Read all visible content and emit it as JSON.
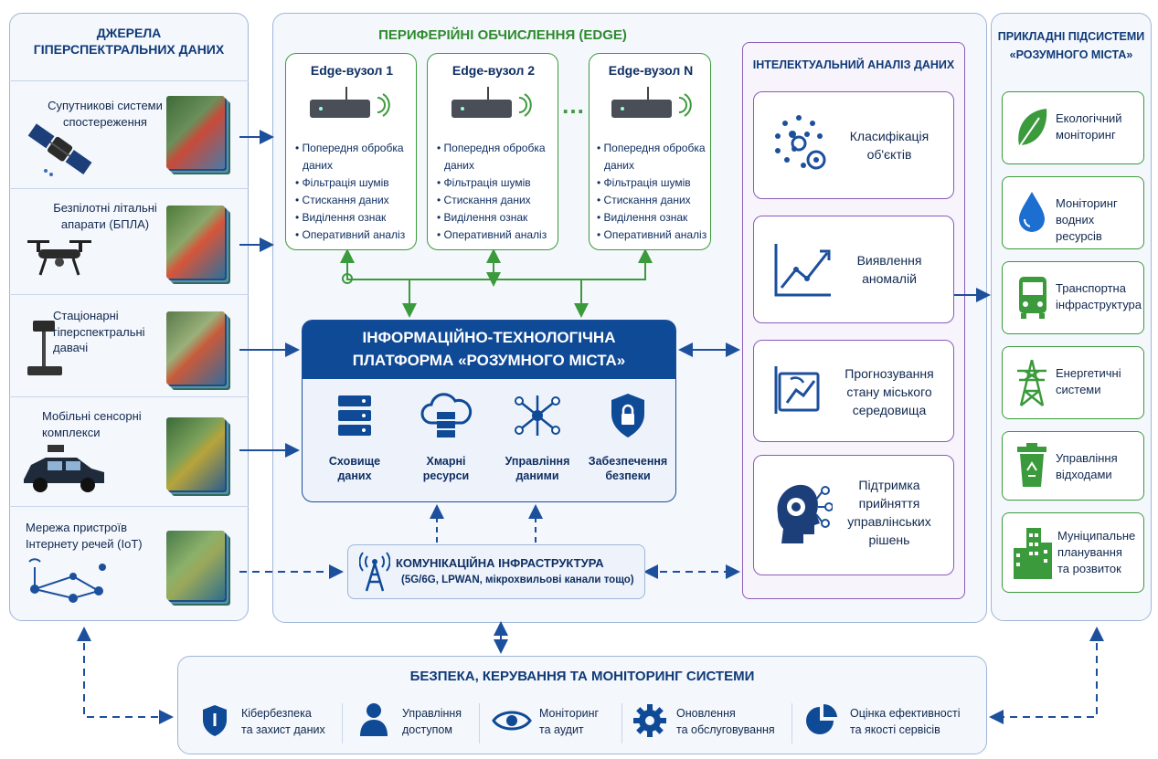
{
  "sources": {
    "title_line1": "ДЖЕРЕЛА",
    "title_line2": "ГІПЕРСПЕКТРАЛЬНИХ ДАНИХ",
    "items": [
      {
        "line1": "Супутникові системи",
        "line2": "спостереження",
        "icon": "satellite-icon"
      },
      {
        "line1": "Безпілотні літальні",
        "line2": "апарати (БПЛА)",
        "icon": "drone-icon"
      },
      {
        "line1": "Стаціонарні",
        "line2": "гіперспектральні",
        "line3": "давачі",
        "icon": "sensor-icon"
      },
      {
        "line1": "Мобільні сенсорні",
        "line2": "комплекси",
        "icon": "car-icon"
      },
      {
        "line1": "Мережа пристроїв",
        "line2": "Інтернету речей (IoT)",
        "icon": "iot-network-icon"
      }
    ]
  },
  "edge": {
    "title": "ПЕРИФЕРІЙНІ ОБЧИСЛЕННЯ (EDGE)",
    "ellipsis": "…",
    "nodes": [
      {
        "title": "Edge-вузол 1"
      },
      {
        "title": "Edge-вузол 2"
      },
      {
        "title": "Edge-вузол N"
      }
    ],
    "bullets": [
      "• Попередня обробка",
      "даних",
      "• Фільтрація шумів",
      "• Стискання даних",
      "• Виділення ознак",
      "• Оперативний аналіз"
    ]
  },
  "platform": {
    "title_line1": "ІНФОРМАЦІЙНО-ТЕХНОЛОГІЧНА",
    "title_line2": "ПЛАТФОРМА «РОЗУМНОГО МІСТА»",
    "services": [
      {
        "line1": "Сховище",
        "line2": "даних",
        "icon": "server-icon"
      },
      {
        "line1": "Хмарні",
        "line2": "ресурси",
        "icon": "cloud-icon"
      },
      {
        "line1": "Управління",
        "line2": "даними",
        "icon": "network-icon"
      },
      {
        "line1": "Забезпечення",
        "line2": "безпеки",
        "icon": "shield-lock-icon"
      }
    ]
  },
  "comm": {
    "title": "КОМУНІКАЦІЙНА ІНФРАСТРУКТУРА",
    "subtitle": "(5G/6G, LPWAN, мікрохвильові канали тощо)"
  },
  "ai": {
    "title": "ІНТЕЛЕКТУАЛЬНИЙ АНАЛІЗ ДАНИХ",
    "items": [
      {
        "line1": "Класифікація",
        "line2": "об'єктів",
        "icon": "classification-icon"
      },
      {
        "line1": "Виявлення",
        "line2": "аномалій",
        "icon": "anomaly-chart-icon"
      },
      {
        "line1": "Прогнозування",
        "line2": "стану міського",
        "line3": "середовища",
        "icon": "forecast-icon"
      },
      {
        "line1": "Підтримка",
        "line2": "прийняття",
        "line3": "управлінських",
        "line4": "рішень",
        "icon": "head-gear-icon"
      }
    ]
  },
  "apps": {
    "title_line1": "ПРИКЛАДНІ ПІДСИСТЕМИ",
    "title_line2": "«РОЗУМНОГО МІСТА»",
    "items": [
      {
        "line1": "Екологічний",
        "line2": "моніторинг",
        "icon": "leaf-icon"
      },
      {
        "line1": "Моніторинг",
        "line2": "водних ресурсів",
        "icon": "water-drop-icon"
      },
      {
        "line1": "Транспортна",
        "line2": "інфраструктура",
        "icon": "bus-icon"
      },
      {
        "line1": "Енергетичні",
        "line2": "системи",
        "icon": "power-tower-icon"
      },
      {
        "line1": "Управління",
        "line2": "відходами",
        "icon": "recycle-bin-icon"
      },
      {
        "line1": "Муніципальне",
        "line2": "планування",
        "line3": "та розвиток",
        "icon": "buildings-icon"
      }
    ]
  },
  "bottom": {
    "title": "БЕЗПЕКА, КЕРУВАННЯ ТА МОНІТОРИНГ СИСТЕМИ",
    "items": [
      {
        "line1": "Кібербезпека",
        "line2": "та захист даних",
        "icon": "shield-icon"
      },
      {
        "line1": "Управління",
        "line2": "доступом",
        "icon": "user-icon"
      },
      {
        "line1": "Моніторинг",
        "line2": "та аудит",
        "icon": "eye-icon"
      },
      {
        "line1": "Оновлення",
        "line2": "та обслуговування",
        "icon": "gear-icon"
      },
      {
        "line1": "Оцінка ефективності",
        "line2": "та якості сервісів",
        "icon": "pie-chart-icon"
      }
    ]
  },
  "colors": {
    "navy": "#0f3a78",
    "green": "#3b9a3b",
    "purple": "#8a5bb8",
    "platform": "#0f4a96"
  }
}
